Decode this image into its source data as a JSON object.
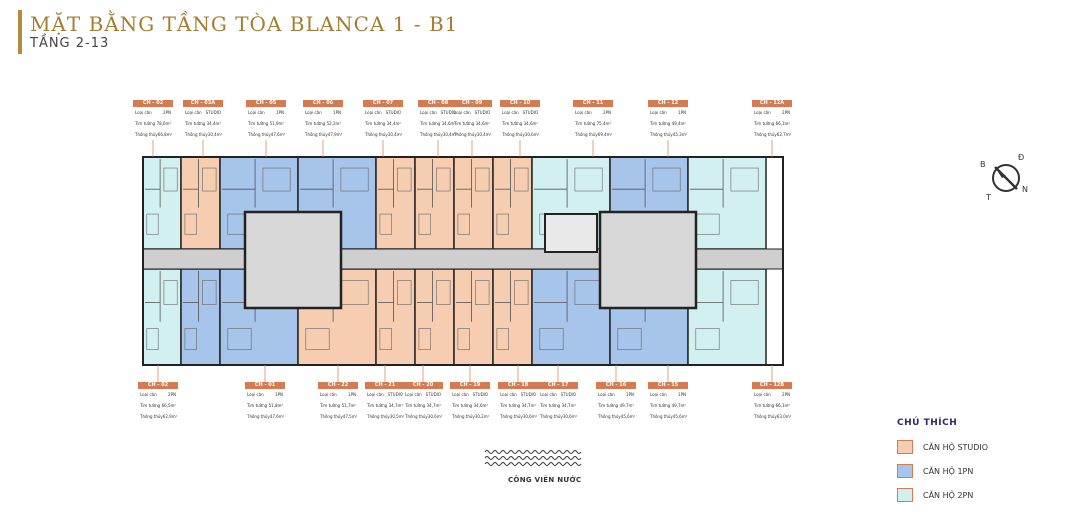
{
  "header": {
    "title": "MẶT BẰNG TẦNG TÒA BLANCA 1 - B1",
    "subtitle": "TẦNG 2-13"
  },
  "compass": {
    "n": "N",
    "s": "T",
    "e": "Đ",
    "w": "B"
  },
  "colors": {
    "studio": "#f6cdb1",
    "one_bed": "#a7c4ea",
    "two_bed": "#d3f0f0",
    "core": "#cfcfcf",
    "wall": "#222222",
    "accent": "#d67a52"
  },
  "top_units": [
    {
      "id": "CH - 02",
      "type": "2PN",
      "gross": "78,6m²",
      "net": "66,8m²"
    },
    {
      "id": "CH - 03A",
      "type": "STUDIO",
      "gross": "34,4m²",
      "net": "30,4m²"
    },
    {
      "id": "CH - 05",
      "type": "1PN",
      "gross": "51,9m²",
      "net": "47,6m²"
    },
    {
      "id": "CH - 06",
      "type": "1PN",
      "gross": "52,2m²",
      "net": "47,9m²"
    },
    {
      "id": "CH - 07",
      "type": "STUDIO",
      "gross": "34,4m²",
      "net": "30,4m²"
    },
    {
      "id": "CH - 08",
      "type": "STUDIO",
      "gross": "34,6m²",
      "net": "30,4m²"
    },
    {
      "id": "CH - 09",
      "type": "STUDIO",
      "gross": "34,6m²",
      "net": "30,4m²"
    },
    {
      "id": "CH - 10",
      "type": "STUDIO",
      "gross": "34,6m²",
      "net": "30,6m²"
    },
    {
      "id": "CH - 11",
      "type": "2PN",
      "gross": "75,4m²",
      "net": "69,4m²"
    },
    {
      "id": "CH - 12",
      "type": "1PN",
      "gross": "49,4m²",
      "net": "45,3m²"
    },
    {
      "id": "CH - 12A",
      "type": "2PN",
      "gross": "66,1m²",
      "net": "62,7m²"
    }
  ],
  "bottom_units": [
    {
      "id": "CH - 02",
      "type": "2PN",
      "gross": "66,5m²",
      "net": "62,9m²"
    },
    {
      "id": "CH - 01",
      "type": "1PN",
      "gross": "51,8m²",
      "net": "47,6m²"
    },
    {
      "id": "CH - 22",
      "type": "1PN",
      "gross": "51,7m²",
      "net": "47,5m²"
    },
    {
      "id": "CH - 21",
      "type": "STUDIO",
      "gross": "34,7m²",
      "net": "30,5m²"
    },
    {
      "id": "CH - 20",
      "type": "STUDIO",
      "gross": "34,7m²",
      "net": "30,6m²"
    },
    {
      "id": "CH - 19",
      "type": "STUDIO",
      "gross": "34,6m²",
      "net": "30,2m²"
    },
    {
      "id": "CH - 18",
      "type": "STUDIO",
      "gross": "34,7m²",
      "net": "30,6m²"
    },
    {
      "id": "CH - 17",
      "type": "STUDIO",
      "gross": "34,7m²",
      "net": "30,6m²"
    },
    {
      "id": "CH - 16",
      "type": "1PN",
      "gross": "49,7m²",
      "net": "45,6m²"
    },
    {
      "id": "CH - 15",
      "type": "1PN",
      "gross": "49,7m²",
      "net": "45,6m²"
    },
    {
      "id": "CH - 12B",
      "type": "2PN",
      "gross": "66,1m²",
      "net": "63,0m²"
    }
  ],
  "label_rows": {
    "type": "Loại căn",
    "gross": "Tim tường",
    "net": "Thông thủy"
  },
  "legend": {
    "title": "CHÚ THÍCH",
    "items": [
      {
        "label": "CĂN HỘ STUDIO",
        "color": "#f6cdb1"
      },
      {
        "label": "CĂN HỘ 1PN",
        "color": "#a7c4ea"
      },
      {
        "label": "CĂN HỘ 2PN",
        "color": "#d3f0f0"
      }
    ]
  },
  "park": {
    "label": "CÔNG VIÊN NƯỚC"
  }
}
